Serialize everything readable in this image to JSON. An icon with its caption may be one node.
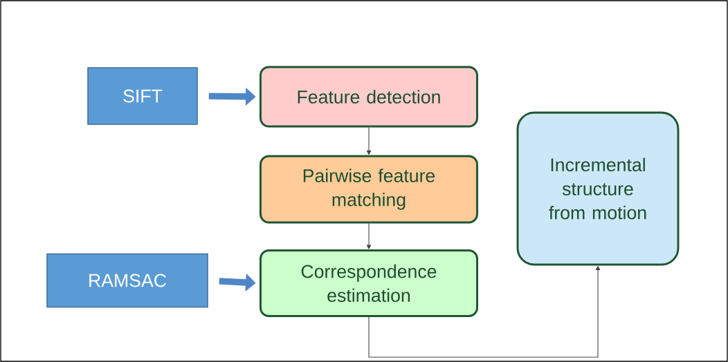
{
  "diagram": {
    "nodes": [
      {
        "text": [
          "SIFT"
        ]
      },
      {
        "text": [
          "Feature detection"
        ]
      },
      {
        "text": [
          "Pairwise feature matching"
        ]
      },
      {
        "text": [
          "RAMSAC"
        ]
      },
      {
        "text": [
          "Correspondence estimation"
        ]
      },
      {
        "text": [
          "Incremental structure from motion"
        ]
      }
    ],
    "edges": [
      {
        "from": 0,
        "to": 1,
        "arrow": "to",
        "style": "thick",
        "color": "#4f86c6"
      },
      {
        "from": 1,
        "to": 2,
        "arrow": "to"
      },
      {
        "from": 2,
        "to": 4,
        "arrow": "to"
      },
      {
        "from": 3,
        "to": 4,
        "arrow": "to",
        "style": "thick",
        "color": "#4f86c6"
      },
      {
        "from": 4,
        "to": 5,
        "arrow": "to"
      }
    ]
  }
}
